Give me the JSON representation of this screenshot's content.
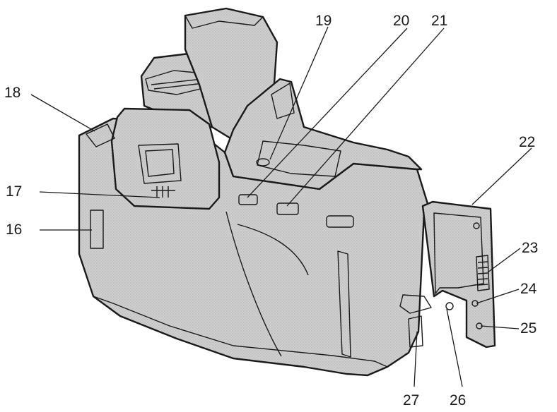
{
  "colors": {
    "ink": "#1a1a1a",
    "body_fill": "#cfcfcf",
    "body_dark": "#a9a9a9",
    "panel_fill": "#bdbdbd",
    "screen_fill": "#e6e6e6",
    "background": "#ffffff"
  },
  "callouts": {
    "c16": "16",
    "c17": "17",
    "c18": "18",
    "c19": "19",
    "c20": "20",
    "c21": "21",
    "c22": "22",
    "c23": "23",
    "c24": "24",
    "c25": "25",
    "c26": "26",
    "c27": "27"
  }
}
